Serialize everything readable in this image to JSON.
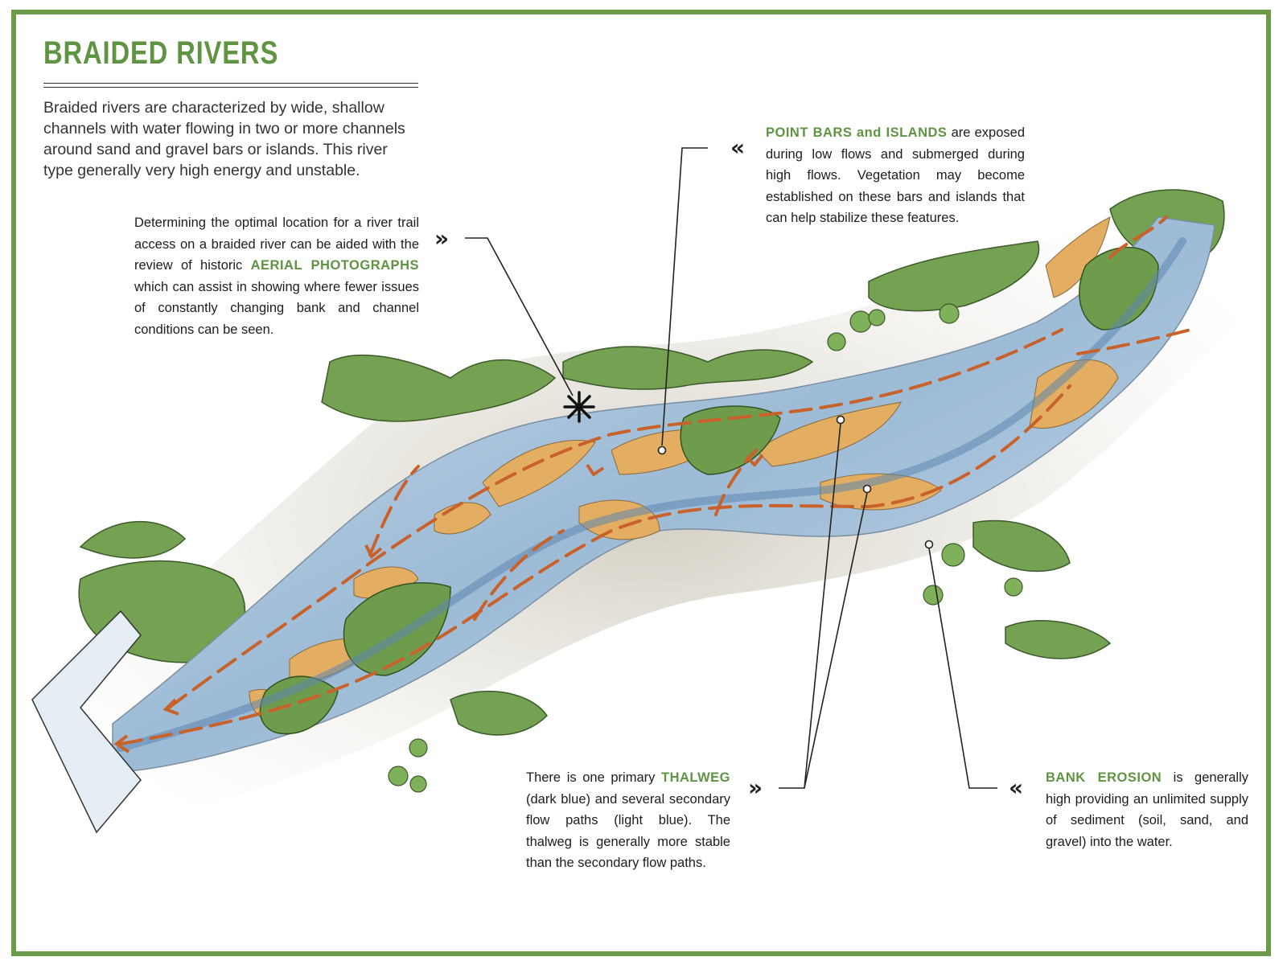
{
  "title": "BRAIDED RIVERS",
  "intro": "Braided rivers are characterized by wide, shallow channels with water flowing in two or more channels around sand and gravel bars or islands. This river type generally very high energy and unstable.",
  "callouts": {
    "aerial": {
      "before": "Determining the optimal location for a river trail access on a braided river can be aided with the review of historic ",
      "highlight": "AERIAL PHOTOGRAPHS",
      "after": " which can assist in showing where fewer issues of constantly changing bank and channel conditions can be seen."
    },
    "point_bars": {
      "highlight": "POINT BARS and ISLANDS",
      "after": " are exposed during low flows and submerged during high flows. Vegetation may become established on these bars and islands that can help stabilize these features."
    },
    "thalweg": {
      "before": "There is one primary ",
      "highlight": "THALWEG",
      "after": " (dark blue) and several secondary flow paths (light blue). The thalweg is generally more stable than the secondary flow paths."
    },
    "bank_erosion": {
      "highlight": "BANK EROSION",
      "after": " is generally high providing an unlimited supply of sediment (soil, sand, and gravel) into the water."
    }
  },
  "markers": {
    "right_chevron": "»",
    "left_chevron": "«"
  },
  "colors": {
    "accent_green": "#5e9442",
    "frame_green": "#6a9a4a",
    "water_blue": "#8fb3d3",
    "thalweg_blue": "#5d86b0",
    "sand": "#e0a85a",
    "vegetation": "#6d9a4c",
    "bank_gray": "#b9b4a6",
    "flow_arrow": "#c8622a"
  }
}
